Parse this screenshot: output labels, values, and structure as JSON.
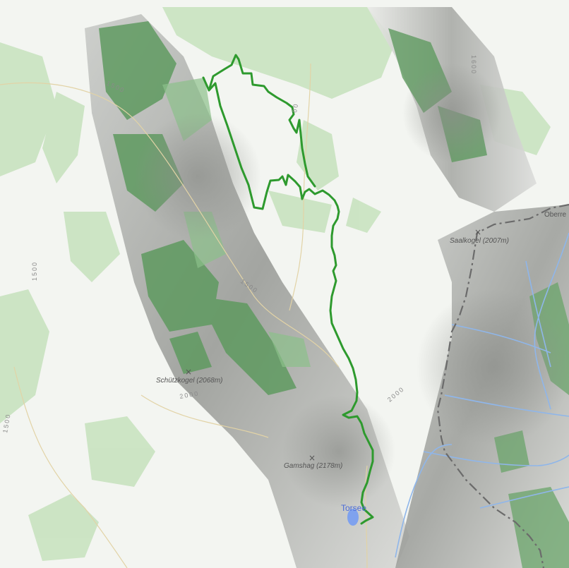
{
  "map": {
    "peaks": [
      {
        "id": "saalkogel",
        "label": "Saalkogel (2007m)"
      },
      {
        "id": "schuetzkogel",
        "label": "Schützkogel (2068m)"
      },
      {
        "id": "gamshag",
        "label": "Gamshag (2178m)"
      }
    ],
    "places": {
      "lake": "Torsee",
      "edge_town": "Oberre"
    },
    "contours": {
      "c1500_north": "1500",
      "c1500_west": "1500",
      "c1500_mid": "1500",
      "c1600_ne": "1600",
      "c1500_sw": "1500",
      "c2000_a": "2000",
      "c2000_b": "2000",
      "c_partial": "00"
    },
    "colors": {
      "route": "#2e9a2e",
      "forest": "#a8d3a0",
      "forest_dark": "#4f8a52",
      "background": "#f4f6f2",
      "boundary": "#6b6b6b",
      "water": "#8fb6ea",
      "lake": "#7fa2ee"
    }
  }
}
